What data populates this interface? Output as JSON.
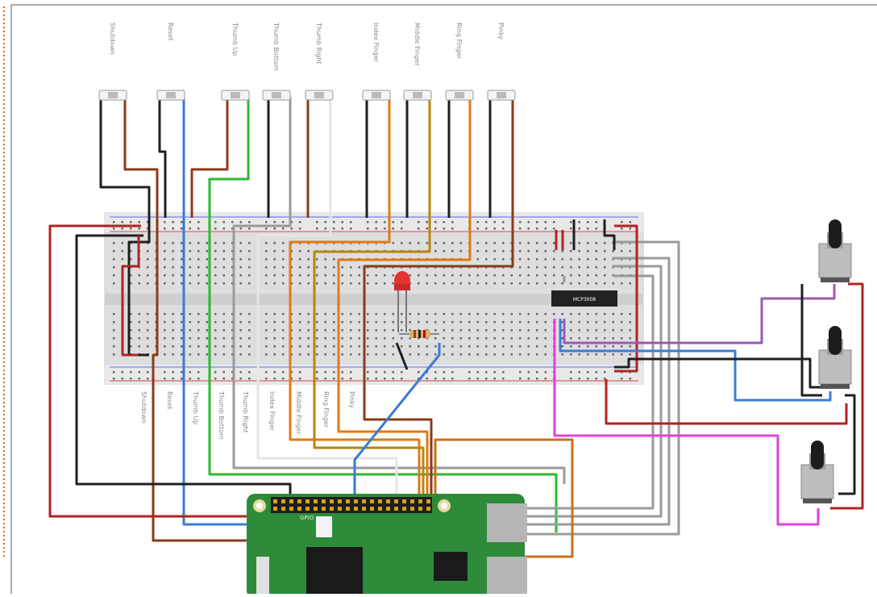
{
  "diagram": {
    "buttons": [
      {
        "key": "shutdown",
        "label": "Shutdown"
      },
      {
        "key": "reset",
        "label": "Reset"
      },
      {
        "key": "thumb_up",
        "label": "Thumb Up"
      },
      {
        "key": "thumb_bottom",
        "label": "Thumb Bottom"
      },
      {
        "key": "thumb_right",
        "label": "Thumb Right"
      },
      {
        "key": "index_finger",
        "label": "Index Finger"
      },
      {
        "key": "middle_finger",
        "label": "Middle Finger"
      },
      {
        "key": "ring_finger",
        "label": "Ring Finger"
      },
      {
        "key": "pinky",
        "label": "Pinky"
      }
    ],
    "bottom_labels": [
      "Shutdown",
      "Reset",
      "Thumb Up",
      "Thumb Bottom",
      "Thumb Right",
      "Index Finger",
      "Middle Finger",
      "Ring Finger",
      "Pinky"
    ],
    "chip_label": "MCP3008",
    "pins_label": "GPIO",
    "wire_colors": {
      "black": "#1f1f1f",
      "brown": "#8b3a1a",
      "blue": "#3a7bd5",
      "green": "#2eb82e",
      "gray": "#9a9a9a",
      "white": "#e6e6e6",
      "orange": "#e07a14",
      "darkorange": "#c8701e",
      "red": "#b22222",
      "purple": "#9b59b6",
      "magenta": "#e040e0",
      "gold": "#b8860b"
    },
    "board_color": "#2e8b3a",
    "breadboard_color": "#dedede",
    "frame_color": "#d2691e"
  }
}
